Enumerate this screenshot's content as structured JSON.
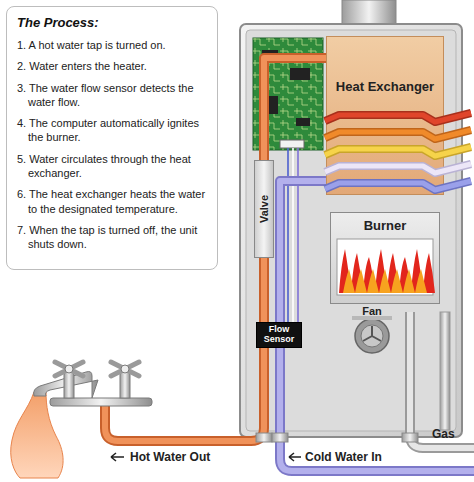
{
  "diagram": {
    "nodes": [
      {
        "text": [
          "The Process:",
          "1. A hot water tap is turned on.",
          "2. Water enters the heater.",
          "3. The water flow sensor detects the water flow.",
          "4. The computer automatically ignites the burner.",
          "5. Water circulates through the heat exchanger.",
          "6. The heat exchanger heats the water to the designated temperature.",
          "7. When the tap is turned off, the unit shuts down."
        ]
      },
      {
        "text": [
          "Heat Exchanger"
        ]
      },
      {
        "text": [
          "Burner"
        ]
      },
      {
        "text": [
          "Valve"
        ]
      },
      {
        "text": [
          "Flow Sensor"
        ]
      }
    ],
    "edges": [
      {
        "from": 4,
        "to": 1,
        "arrow": "none"
      },
      {
        "from": 1,
        "to": 3,
        "arrow": "none"
      }
    ],
    "labels": [
      "Fan",
      "Hot Water Out",
      "Cold Water In",
      "Gas"
    ]
  }
}
